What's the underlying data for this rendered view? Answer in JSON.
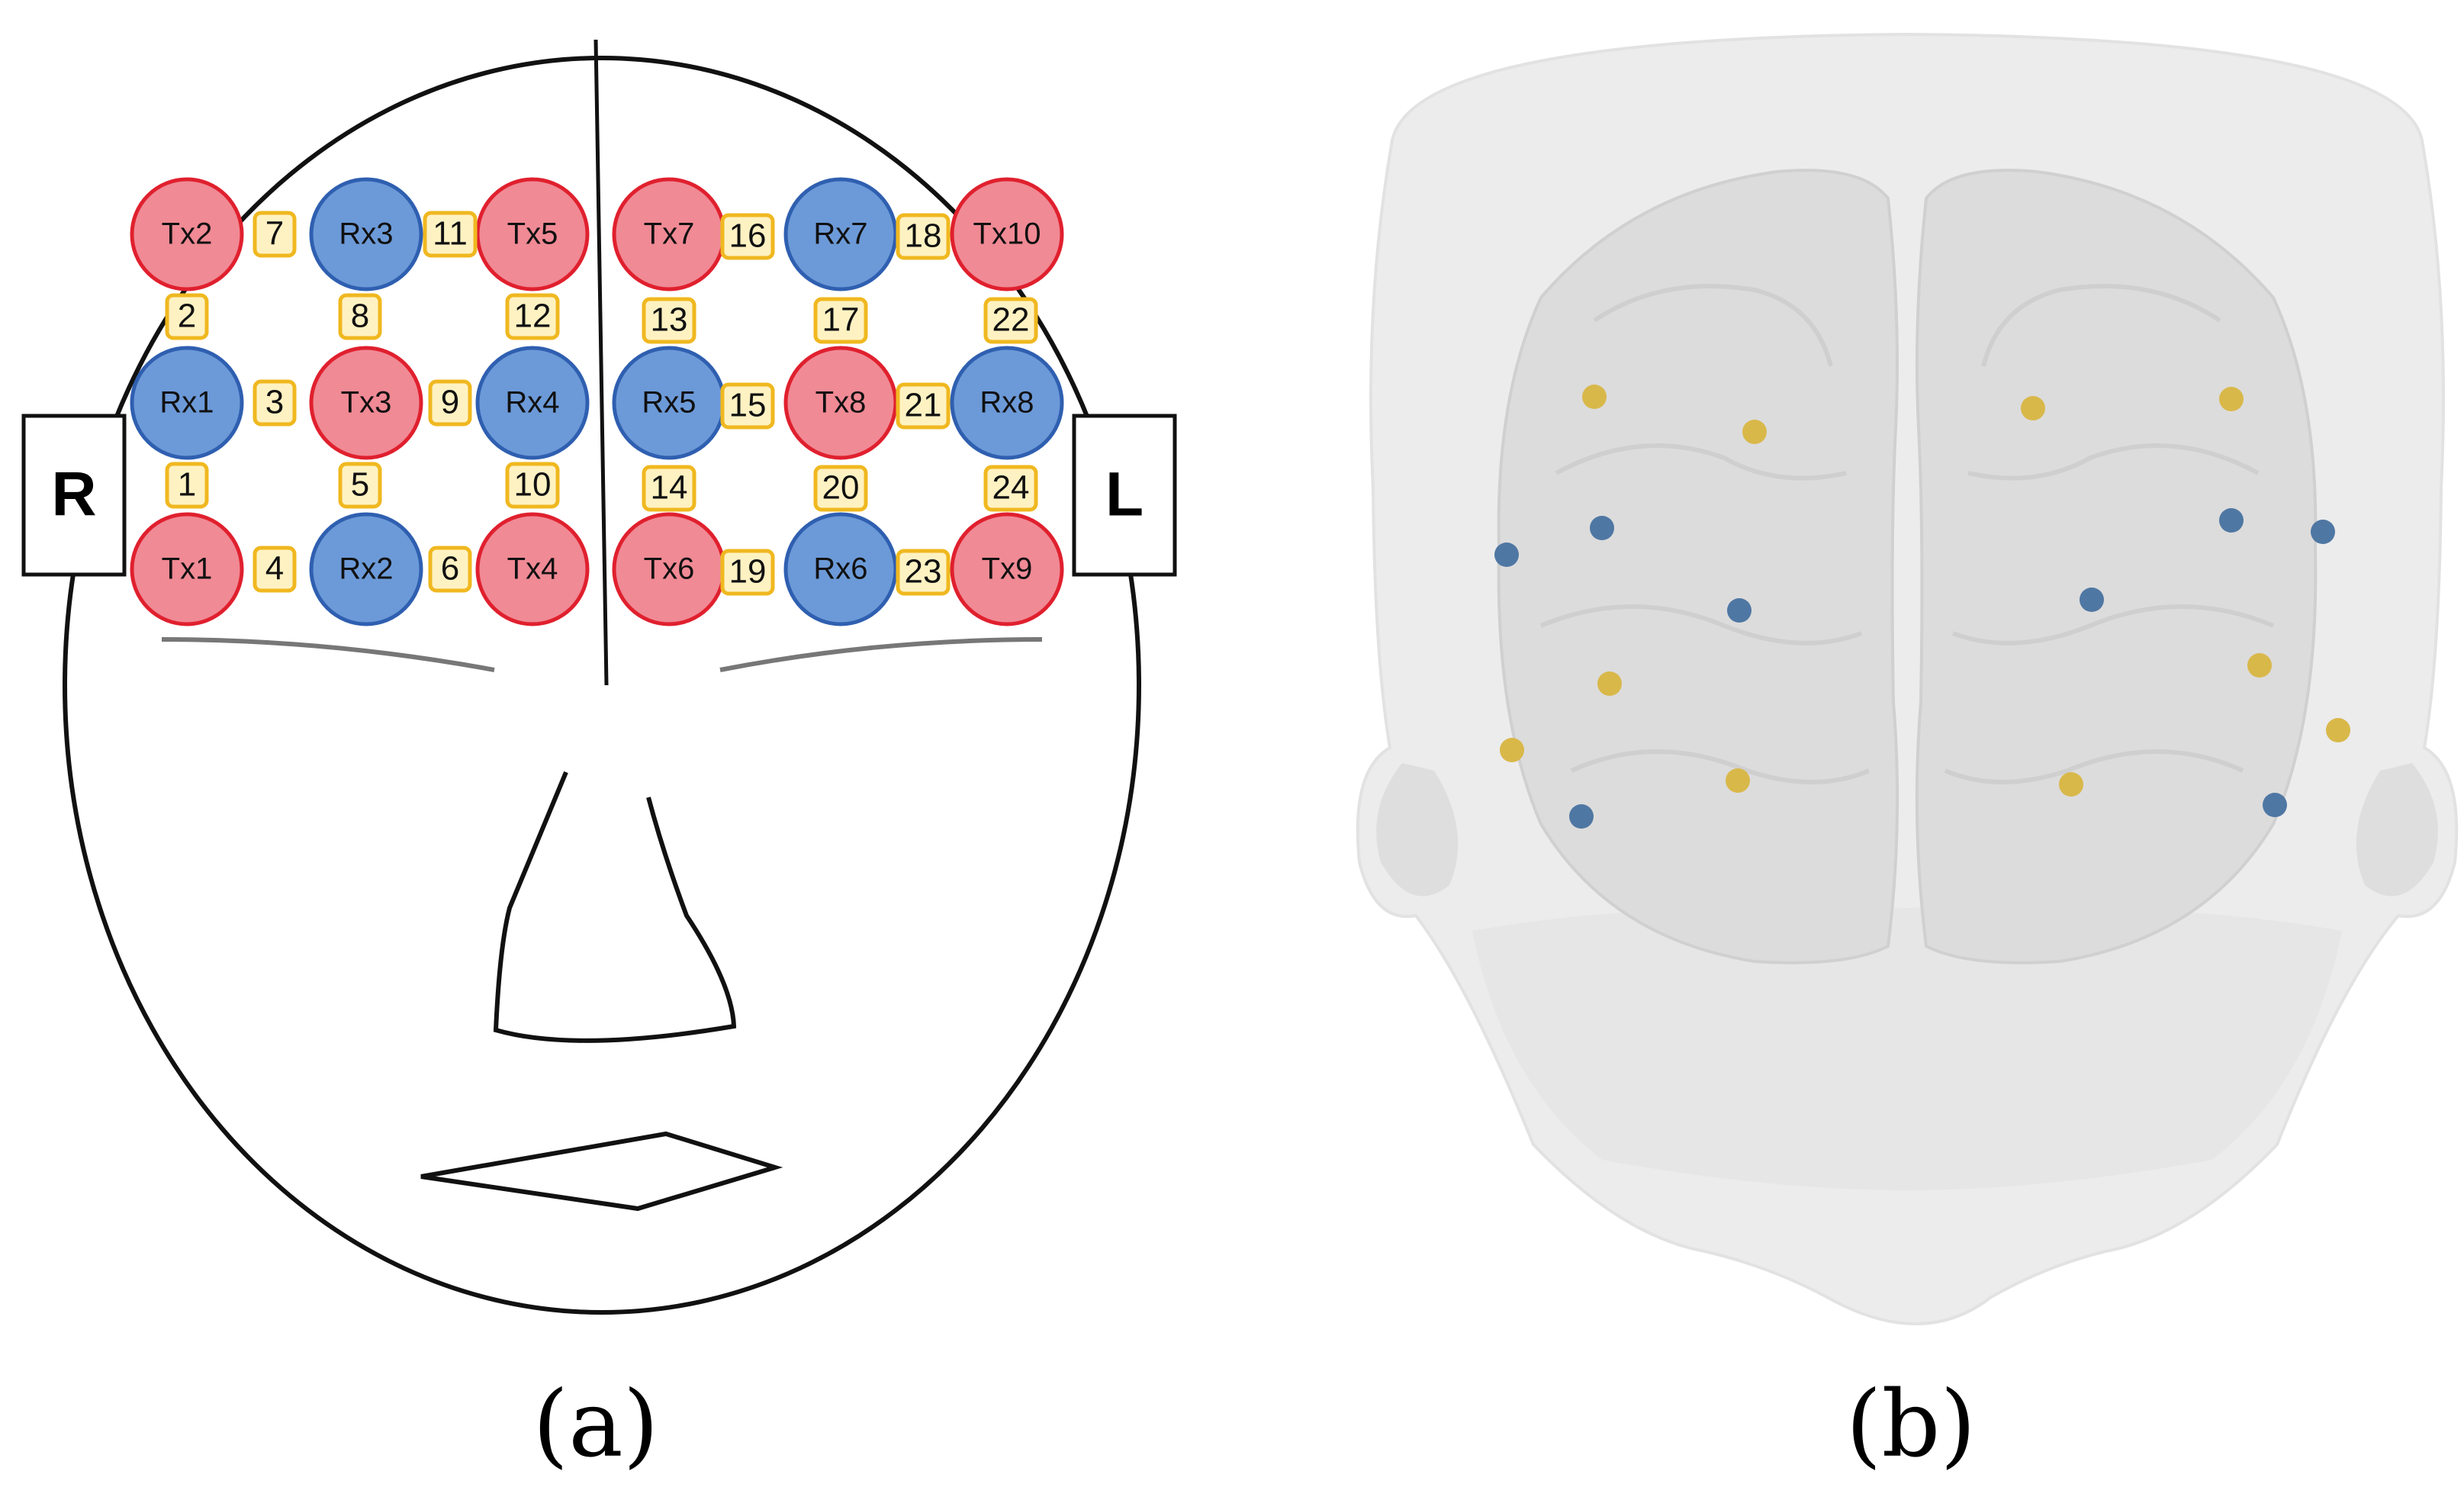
{
  "panels": {
    "a": {
      "caption": "(a)",
      "side_labels": {
        "right": "R",
        "left": "L"
      },
      "colors": {
        "transmitter": "#f08a95",
        "transmitter_stroke": "#e0202e",
        "receiver": "#6c9ad8",
        "receiver_stroke": "#2f5fb0",
        "channel_fill": "#fff2c2",
        "channel_stroke": "#f0b820"
      },
      "optodes": [
        {
          "id": "Tx2",
          "kind": "transmitter"
        },
        {
          "id": "Rx3",
          "kind": "receiver"
        },
        {
          "id": "Tx5",
          "kind": "transmitter"
        },
        {
          "id": "Tx7",
          "kind": "transmitter"
        },
        {
          "id": "Rx7",
          "kind": "receiver"
        },
        {
          "id": "Tx10",
          "kind": "transmitter"
        },
        {
          "id": "Rx1",
          "kind": "receiver"
        },
        {
          "id": "Tx3",
          "kind": "transmitter"
        },
        {
          "id": "Rx4",
          "kind": "receiver"
        },
        {
          "id": "Rx5",
          "kind": "receiver"
        },
        {
          "id": "Tx8",
          "kind": "transmitter"
        },
        {
          "id": "Rx8",
          "kind": "receiver"
        },
        {
          "id": "Tx1",
          "kind": "transmitter"
        },
        {
          "id": "Rx2",
          "kind": "receiver"
        },
        {
          "id": "Tx4",
          "kind": "transmitter"
        },
        {
          "id": "Tx6",
          "kind": "transmitter"
        },
        {
          "id": "Rx6",
          "kind": "receiver"
        },
        {
          "id": "Tx9",
          "kind": "transmitter"
        }
      ],
      "channels": [
        "1",
        "2",
        "3",
        "4",
        "5",
        "6",
        "7",
        "8",
        "9",
        "10",
        "11",
        "12",
        "13",
        "14",
        "15",
        "16",
        "17",
        "18",
        "19",
        "20",
        "21",
        "22",
        "23",
        "24"
      ]
    },
    "b": {
      "caption": "(b)",
      "colors": {
        "source": "#d9b84a",
        "detector": "#4f77a3"
      }
    }
  }
}
